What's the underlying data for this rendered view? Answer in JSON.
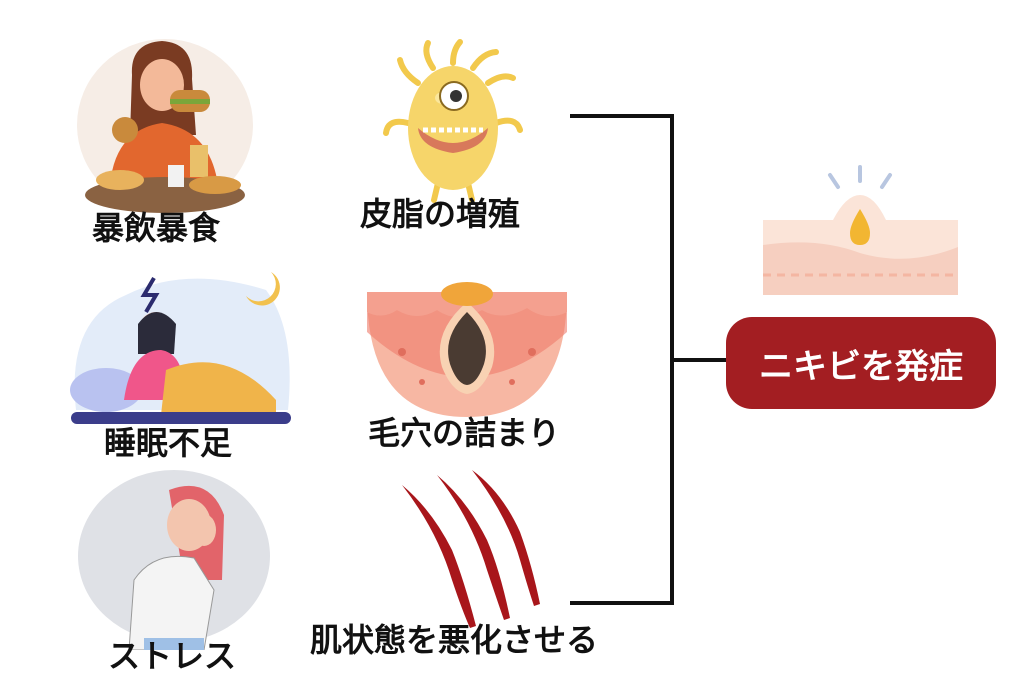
{
  "causes": [
    {
      "label": "暴飲暴食"
    },
    {
      "label": "睡眠不足"
    },
    {
      "label": "ストレス"
    }
  ],
  "effects": [
    {
      "label": "皮脂の増殖"
    },
    {
      "label": "毛穴の詰まり"
    },
    {
      "label": "肌状態を悪化させる"
    }
  ],
  "result": {
    "label": "ニキビを発症"
  },
  "colors": {
    "accent": "#a31e22",
    "line": "#111111",
    "skin": "#f7c9b8"
  }
}
